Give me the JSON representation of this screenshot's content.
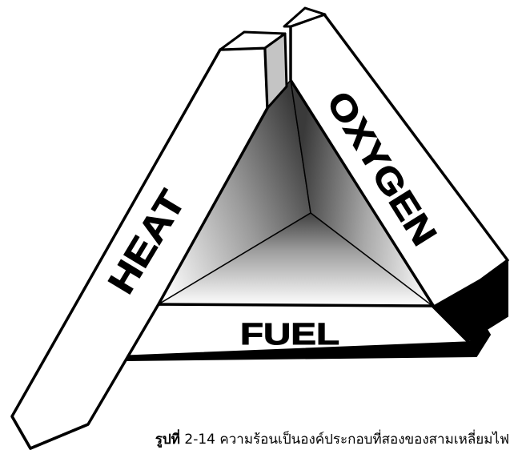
{
  "diagram": {
    "labels": {
      "heat": "HEAT",
      "oxygen": "OXYGEN",
      "fuel": "FUEL"
    },
    "colors": {
      "stroke": "#000000",
      "face": "#ffffff",
      "cap": "#c4c4c4",
      "shadow": "#000000",
      "center_gradient_light": "#ffffff",
      "center_gradient_dark": "#3c3c3c"
    }
  },
  "caption": {
    "prefix": "รูปที่",
    "number": "2-14",
    "text": "ความร้อนเป็นองค์ประกอบที่สองของสามเหลี่ยมไฟ"
  }
}
